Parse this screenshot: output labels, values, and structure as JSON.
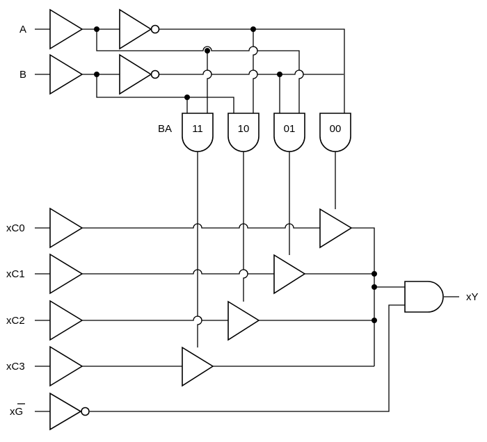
{
  "inputs": {
    "a": "A",
    "b": "B",
    "xc0": "xC0",
    "xc1": "xC1",
    "xc2": "xC2",
    "xc3": "xC3",
    "xg_prefix": "x",
    "xg_letter": "G"
  },
  "output": {
    "xy": "xY"
  },
  "decoder": {
    "prefix": "BA",
    "gates": [
      "11",
      "10",
      "01",
      "00"
    ]
  }
}
